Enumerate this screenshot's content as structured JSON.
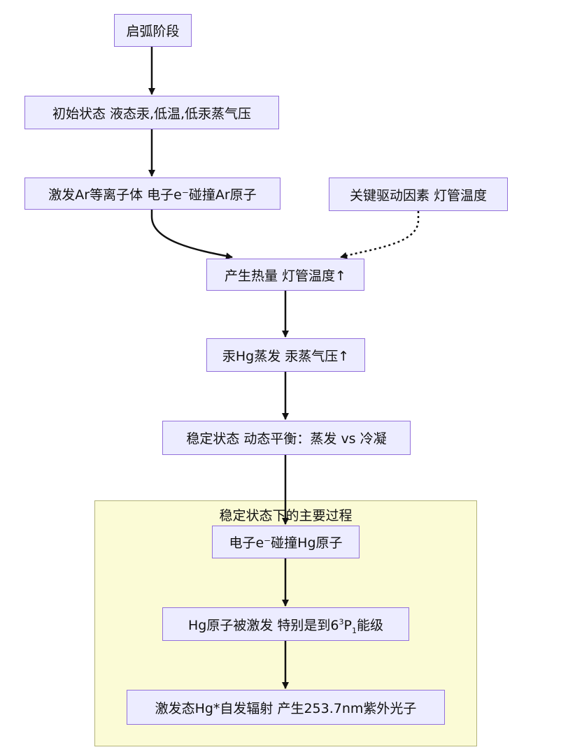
{
  "nodes": {
    "start": "启弧阶段",
    "initial": "初始状态 液态汞,低温,低汞蒸气压",
    "excite_ar": "激发Ar等离子体 电子e⁻碰撞Ar原子",
    "key_factor": "关键驱动因素 灯管温度",
    "heat": "产生热量 灯管温度↑",
    "hg_evap": "汞Hg蒸发 汞蒸气压↑",
    "steady": "稳定状态 动态平衡：蒸发 vs 冷凝",
    "collide_hg": "电子e⁻碰撞Hg原子",
    "hg_excited": {
      "prefix": "Hg原子被激发 特别是到6",
      "sup": "3",
      "mid": "P",
      "sub": "1",
      "suffix": "能级"
    },
    "emit": "激发态Hg*自发辐射 产生253.7nm紫外光子"
  },
  "subgraph": {
    "title": "稳定状态下的主要过程"
  },
  "colors": {
    "node_fill": "#ececff",
    "node_border": "#9370db",
    "subgraph_fill": "#fbfbd6",
    "subgraph_border": "#b3b37a",
    "edge": "#111111"
  }
}
